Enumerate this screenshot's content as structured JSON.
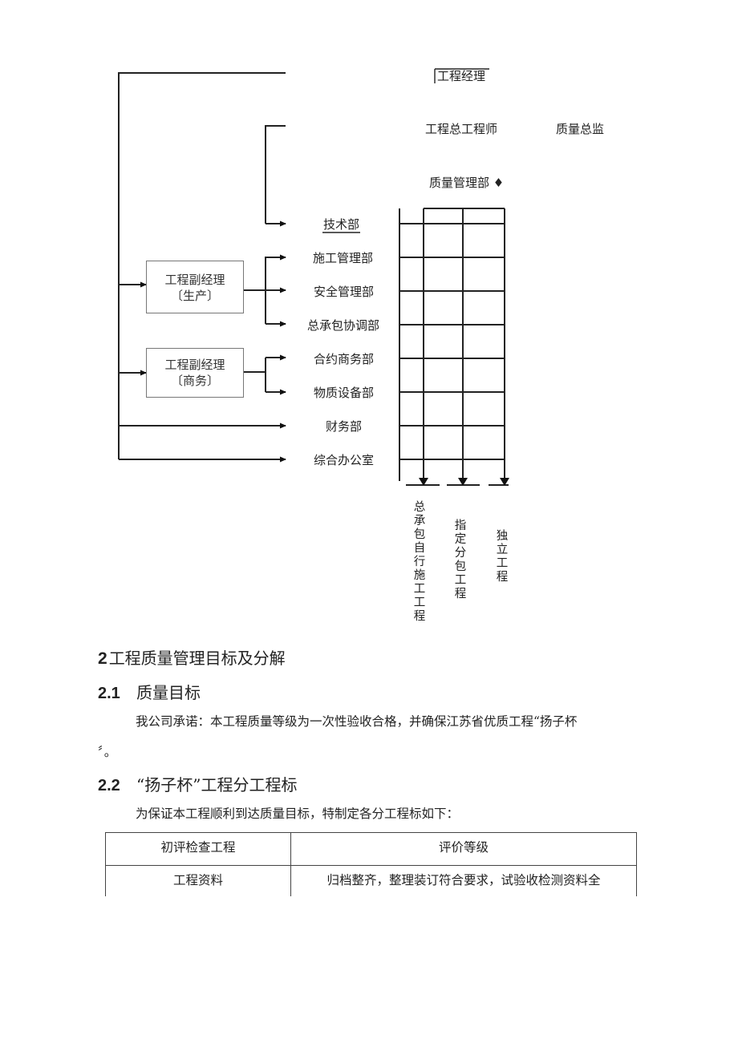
{
  "org_chart": {
    "project_manager": "工程经理",
    "chief_engineer": "工程总工程师",
    "quality_director": "质量总监",
    "quality_dept": "质量管理部 ♦",
    "deputy_production": {
      "title": "工程副经理",
      "sub": "〔生产〕"
    },
    "deputy_business": {
      "title": "工程副经理",
      "sub": "〔商务〕"
    },
    "departments": [
      "技术部",
      "施工管理部",
      "安全管理部",
      "总承包协调部",
      "合约商务部",
      "物质设备部",
      "财务部",
      "综合办公室"
    ],
    "work_types": [
      "总承包自行施工工程",
      "指定分包工程",
      "独立工程"
    ]
  },
  "section2": {
    "number": "2",
    "title": "工程质量管理目标及分解",
    "sub1": {
      "number": "2.1",
      "title": "质量目标"
    },
    "sub1_para_line1": "我公司承诺：本工程质量等级为一次性验收合格，并确保江苏省优质工程“扬子杯",
    "sub1_para_line2": "〞。",
    "sub2": {
      "number": "2.2",
      "title": "“扬子杯”工程分工程标"
    },
    "sub2_para": "为保证本工程顺利到达质量目标，特制定各分工程标如下：",
    "table": {
      "headers": [
        "初评检查工程",
        "评价等级"
      ],
      "rows": [
        [
          "工程资料",
          "归档整齐，整理装订符合要求，试验收检测资料全"
        ]
      ]
    }
  }
}
